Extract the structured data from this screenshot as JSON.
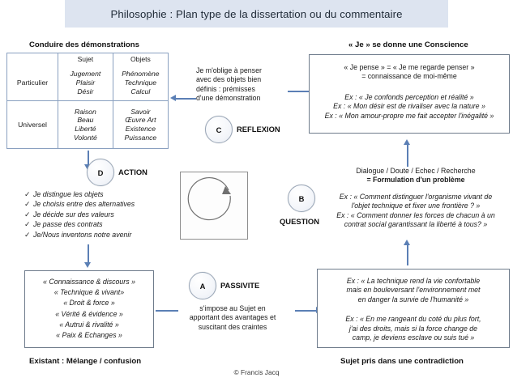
{
  "title": {
    "text": "Philosophie : Plan type de la dissertation ou du commentaire"
  },
  "captions": {
    "top_left": "Conduire des démonstrations",
    "top_right": "« Je »  se donne une Conscience",
    "bottom_left": "Existant : Mélange / confusion",
    "bottom_right": "Sujet pris dans une contradiction"
  },
  "quadrant_table": {
    "col_headers": [
      "",
      "Sujet",
      "Objets"
    ],
    "rows": [
      {
        "label": "Particulier",
        "sujet": [
          "Jugement",
          "Plaisir",
          "Désir"
        ],
        "objets": [
          "Phénomène",
          "Technique",
          "Calcul"
        ]
      },
      {
        "label": "Universel",
        "sujet": [
          "Raison",
          "Beau",
          "Liberté",
          "Volonté"
        ],
        "objets": [
          "Savoir",
          "Œuvre Art",
          "Existence",
          "Puissance"
        ]
      }
    ]
  },
  "reflexion": {
    "letter": "C",
    "label": "REFLEXION",
    "text_lines": [
      "Je m'oblige à penser",
      "avec des objets bien",
      "définis : prémisses",
      "d'une démonstration"
    ]
  },
  "conscience_box": {
    "lines": [
      "« Je pense » = « Je me regarde penser »",
      "= connaissance de moi-même"
    ],
    "examples": [
      "Ex : « Je confonds perception et réalité »",
      "Ex : « Mon désir est de rivaliser avec la nature »",
      "Ex : « Mon amour-propre me fait accepter l'inégalité »"
    ]
  },
  "action": {
    "letter": "D",
    "label": "ACTION",
    "items": [
      "Je distingue les objets",
      "Je choisis entre des alternatives",
      "Je décide sur des valeurs",
      "Je passe des contrats",
      "Je/Nous inventons notre avenir"
    ],
    "check_glyph": "✓"
  },
  "question": {
    "letter": "B",
    "label": "QUESTION",
    "heading_lines": [
      "Dialogue / Doute / Echec / Recherche",
      "= Formulation d'un problème"
    ],
    "examples": [
      "Ex : « Comment distinguer l'organisme vivant de",
      "l'objet technique et fixer une frontière ? »",
      "Ex : « Comment donner les forces de chacun à un",
      "contrat social garantissant la liberté à tous? »"
    ]
  },
  "passivite": {
    "letter": "A",
    "label": "PASSIVITE",
    "text_lines": [
      "s'impose au Sujet en",
      "apportant des avantages et",
      "suscitant des craintes"
    ]
  },
  "existant_box": {
    "items": [
      "« Connaissance & discours »",
      "« Technique & vivant»",
      "« Droit & force »",
      "« Vérité & évidence »",
      "« Autrui & rivalité »",
      "« Paix & Echanges »"
    ]
  },
  "contradiction_box": {
    "example_1": [
      "Ex : « La technique rend la vie confortable",
      "mais en bouleversant l'environnement met",
      "en danger la survie de l'humanité »"
    ],
    "example_2": [
      "Ex : « En me rangeant du coté du plus fort,",
      "j'ai des droits, mais si la force change de",
      "camp, je deviens esclave ou suis tué »"
    ]
  },
  "cycle_icon": {
    "name": "circular-arrow-cycle"
  },
  "footer": {
    "credit": "© Francis Jacq"
  },
  "colors": {
    "banner_bg": "#dde4f0",
    "arrow": "#5b7fb5",
    "box_border": "#6e7b8b",
    "table_border": "#8aa0c0"
  }
}
